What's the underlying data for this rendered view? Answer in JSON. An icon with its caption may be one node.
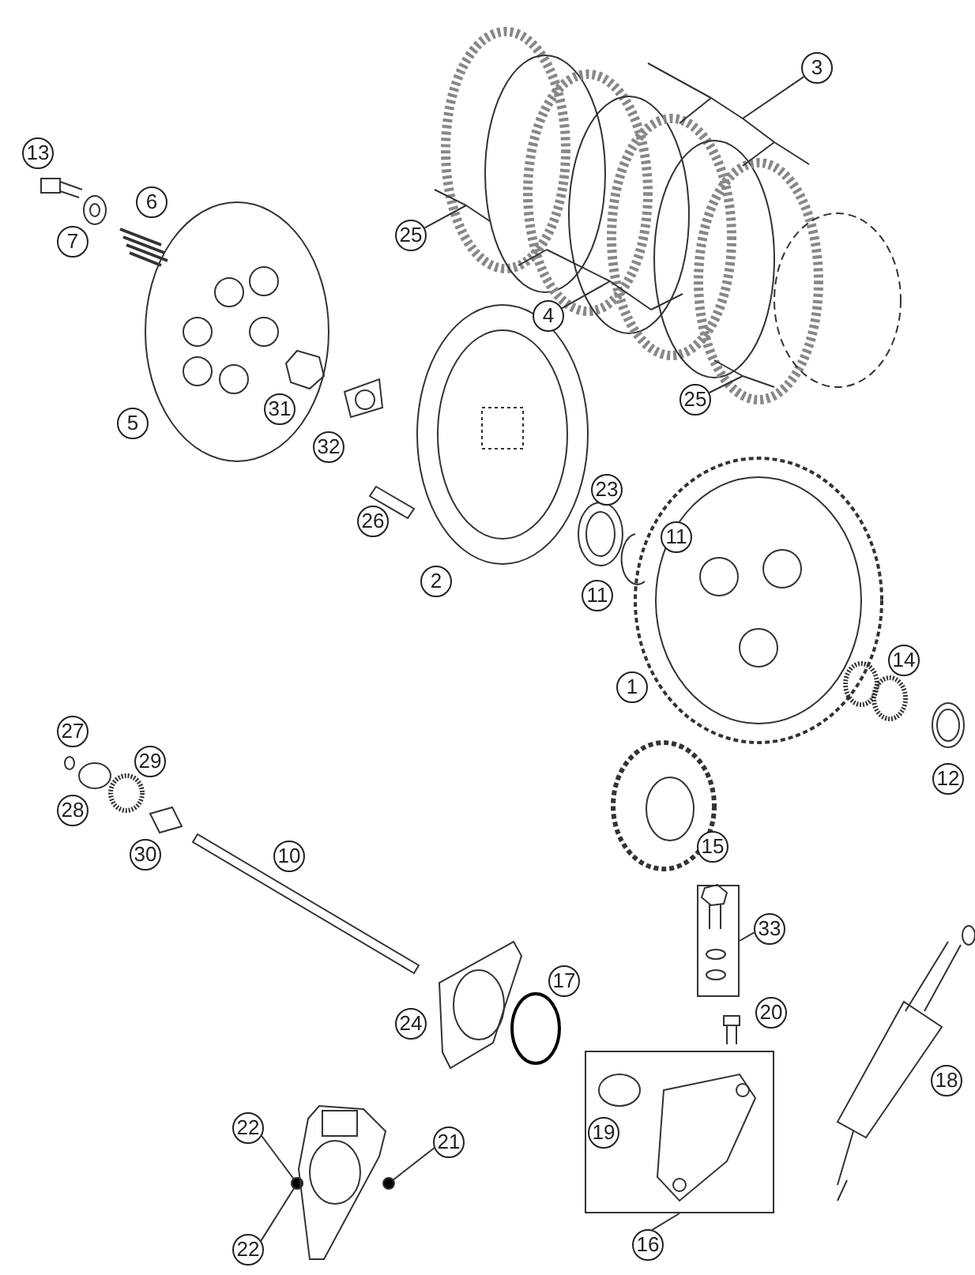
{
  "diagram": {
    "nodes": [
      {
        "text": [
          "13"
        ]
      },
      {
        "text": [
          "3"
        ]
      },
      {
        "text": [
          "6"
        ]
      },
      {
        "text": [
          "7"
        ]
      },
      {
        "text": [
          "25"
        ]
      },
      {
        "text": [
          "4"
        ]
      },
      {
        "text": [
          "25"
        ]
      },
      {
        "text": [
          "5"
        ]
      },
      {
        "text": [
          "31"
        ]
      },
      {
        "text": [
          "32"
        ]
      },
      {
        "text": [
          "26"
        ]
      },
      {
        "text": [
          "23"
        ]
      },
      {
        "text": [
          "11"
        ]
      },
      {
        "text": [
          "2"
        ]
      },
      {
        "text": [
          "11"
        ]
      },
      {
        "text": [
          "1"
        ]
      },
      {
        "text": [
          "14"
        ]
      },
      {
        "text": [
          "27"
        ]
      },
      {
        "text": [
          "29"
        ]
      },
      {
        "text": [
          "12"
        ]
      },
      {
        "text": [
          "28"
        ]
      },
      {
        "text": [
          "30"
        ]
      },
      {
        "text": [
          "10"
        ]
      },
      {
        "text": [
          "15"
        ]
      },
      {
        "text": [],
        "shape": "box"
      },
      {
        "text": [
          "33"
        ]
      },
      {
        "text": [
          "17"
        ]
      },
      {
        "text": [
          "20"
        ]
      },
      {
        "text": [
          "24"
        ]
      },
      {
        "text": [],
        "shape": "box"
      },
      {
        "text": [
          "19"
        ],
        "in": 29
      },
      {
        "text": [
          "18"
        ]
      },
      {
        "text": [
          "22"
        ]
      },
      {
        "text": [],
        "shape": "picture"
      },
      {
        "text": [
          "21"
        ]
      },
      {
        "text": [
          "16"
        ]
      },
      {
        "text": [
          "22"
        ]
      }
    ],
    "edges": [
      {
        "from": 1,
        "to": null,
        "arrow": "none"
      },
      {
        "from": 5,
        "to": null,
        "arrow": "none"
      },
      {
        "from": 4,
        "to": null,
        "arrow": "none"
      },
      {
        "from": 6,
        "to": null,
        "arrow": "none"
      },
      {
        "from": 25,
        "to": 24,
        "arrow": "none"
      },
      {
        "from": 35,
        "to": 29,
        "arrow": "none"
      },
      {
        "from": 32,
        "to": 33,
        "arrow": "other"
      },
      {
        "from": 34,
        "to": 33,
        "arrow": "other"
      },
      {
        "from": 36,
        "to": 33,
        "arrow": "other"
      }
    ]
  }
}
